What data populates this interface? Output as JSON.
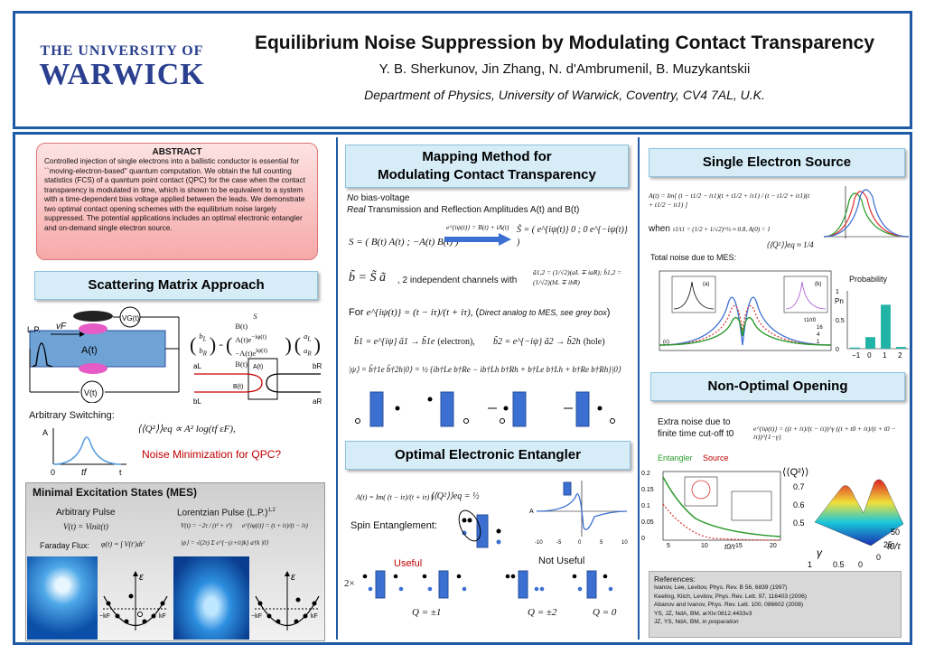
{
  "header": {
    "university_line1": "THE UNIVERSITY OF",
    "university_line2": "WARWICK",
    "title": "Equilibrium Noise Suppression by Modulating Contact Transparency",
    "authors": "Y. B. Sherkunov,  Jin Zhang,   N. d'Ambrumenil,  B. Muzykantskii",
    "affiliation": "Department of Physics, University of Warwick, Coventry, CV4 7AL, U.K."
  },
  "abstract": {
    "heading": "ABSTRACT",
    "text": "Controlled injection of single electrons into a ballistic conductor is essential for ``moving-electron-based'' quantum computation. We obtain the full counting statistics (FCS) of a quantum point contact (QPC) for the case when the contact transparency is modulated in time, which is shown to be equivalent to a system with a time-dependent bias voltage applied between the leads. We demonstrate two optimal contact opening schemes with the equilibrium noise largely suppressed. The potential applications  includes an optimal electronic entangler and on-demand single electron source."
  },
  "scattering": {
    "heading": "Scattering Matrix Approach",
    "lp_label": "L.P.",
    "vf_label": "vF",
    "at_label": "A(t)",
    "vg_label": "VG(t)",
    "v_label": "V(t)",
    "s_label": "S",
    "arbitrary_switching": "Arbitrary Switching:",
    "axis_a": "A",
    "axis_zero": "0",
    "axis_tf": "tf",
    "axis_t": "t",
    "formula": "⟨⟨Q²⟩⟩eq ∝ A² log(tf εF),",
    "question": "Noise Minimization for QPC?",
    "circuit_labels": {
      "al": "aL",
      "bl": "bL",
      "br": "bR",
      "ar": "aR",
      "a_t": "A(t)",
      "b_t": "B(t)"
    }
  },
  "mes": {
    "heading": "Minimal Excitation States (MES)",
    "arbitrary_pulse": "Arbitrary Pulse",
    "arbitrary_formula": "V(t) = Vinit(t)",
    "faraday_label": "Faraday Flux:",
    "faraday_formula": "φ(t) = ∫ V(t′)dt′",
    "lorentzian_pulse": "Lorentzian Pulse (L.P.)",
    "lorentzian_sup": "1,2",
    "lorentz_formula1": "V(t) = −2τ / (t² + τ²)",
    "lorentz_formula2": "e^{iφ(t)} = (t + iτ)/(t − iτ)",
    "lorentz_formula3": "|ψ⟩ = √(2τ) Σ e^{−(ε+iτ)k} a†k |0⟩",
    "energy_label": "ε",
    "kf_left": "−kF",
    "kf_right": "kF"
  },
  "mapping": {
    "heading_line1": "Mapping Method for",
    "heading_line2": "Modulating Contact Transparency",
    "no_bias_prefix": "No",
    "no_bias_text": " bias-voltage",
    "real_prefix": "Real",
    "real_text": " Transmission and Reflection Amplitudes  A(t) and B(t)",
    "s_matrix": "S = ( B(t)  A(t) ; −A(t)  B(t) )",
    "arrow_label": "e^{iψ(t)} = B(t) + iA(t)",
    "s_tilde": "S̃ = ( e^{iψ(t)}  0 ; 0  e^{−iψ(t)} )",
    "b_eq": "b̃ = S̃ ã",
    "channels_text": ", 2 independent channels with",
    "channel_def": "ã1,2 = (1/√2)(aL ∓ iaR);  b̃1,2 = (1/√2)(bL ∓ ibR)",
    "for_text": "For",
    "for_formula": "e^{iψ(t)} = (t − iτ)/(t + iτ),",
    "direct_analog": "Direct analog to MES, see grey box",
    "electron_eq": "b̃1 = e^{iψ} ã1 → b̃1e",
    "electron_label": "(electron),",
    "hole_eq": "b̃2 = e^{−iψ} ã2 → b̃2h",
    "hole_label": "(hole)",
    "psi_eq": "|ψ⟩ = b̃†1e b̃†2h|0⟩ = ½ {ib†Le b†Re − ib†Lh b†Rh + b†Le b†Lh + b†Re b†Rh}|0⟩"
  },
  "entangler": {
    "heading": "Optimal Electronic Entangler",
    "a_formula": "A(t) = Im( (t − iτ)/(t + iτ) )",
    "q_formula": "⟨⟨Q²⟩⟩eq = ½",
    "spin_label": "Spin Entanglement:",
    "useful": "Useful",
    "not_useful": "Not Useful",
    "two_times": "2×",
    "q_pm1": "Q = ±1",
    "q_pm2": "Q = ±2",
    "q_0": "Q = 0",
    "plot_label_a": "A",
    "plot_ticks": [
      "-10",
      "-5",
      "0",
      "5",
      "10"
    ]
  },
  "single_source": {
    "heading": "Single Electron Source",
    "a_formula": "A(t) = Im[ (t − t1/2 − iτ1)(t + t1/2 + iτ1) / (t − t1/2 + iτ1)(t + t1/2 − iτ1) ]",
    "when_label": "when",
    "when_cond": "τ1/t1 = (1/2 + 1/√2)^½ ≈ 0.8,  A(0) = 1",
    "q_result": "⟨⟨Q²⟩⟩eq ≈ 1/4",
    "total_noise": "Total noise due to MES:",
    "probability": "Probability",
    "prob_axis": "Pn",
    "prob_categories": [
      "−1",
      "0",
      "1",
      "2"
    ],
    "prob_values": [
      0.02,
      0.2,
      0.76,
      0.03
    ],
    "prob_yticks": [
      "0",
      "0.5",
      "1"
    ],
    "noise_legend": [
      "τ1/τ0",
      "16",
      "4",
      "1"
    ],
    "inset_labels": [
      "(a)",
      "(b)",
      "(c)"
    ]
  },
  "non_optimal": {
    "heading": "Non-Optimal Opening",
    "text_line1": "Extra noise due to",
    "text_line2": "finite time cut-off t0",
    "formula": "e^{iψ(t)} = ((t + iτ)/(t − iτ))^γ ((t + t0 + iτ)/(t + t0 − iτ))^{1−γ}",
    "entangler_label": "Entangler",
    "source_label": "Source",
    "left_yticks": [
      "0.2",
      "0.15",
      "0.1",
      "0.05",
      "0"
    ],
    "left_xticks": [
      "5",
      "10",
      "15",
      "20"
    ],
    "left_xlabel": "t0/τ",
    "surf_zlabel": "⟨⟨Q²⟩⟩",
    "surf_zticks": [
      "0.7",
      "0.6",
      "0.5"
    ],
    "surf_gamma": "γ",
    "surf_gamma_ticks": [
      "1",
      "0.5",
      "0"
    ],
    "surf_t_ticks": [
      "50",
      "25",
      "0"
    ],
    "surf_t_label": "t0/τ"
  },
  "references": {
    "heading": "References:",
    "items": [
      "Ivanov, Lee, Levitov, Phys. Rev. B 56, 6839 (1997)",
      "Keeling, Klich, Levitov, Phys. Rev. Lett. 97, 116403 (2006)",
      "Abanov and Ivanov, Phys. Rev. Lett. 100, 086602 (2008)",
      "YS, JZ, NdA, BM, arXiv:0812.4433v3",
      "JZ, YS, NdA, BM, "
    ],
    "last_italic": "in preparation"
  },
  "colors": {
    "frame": "#1f5aa6",
    "header_box": "#d6ecf7",
    "abstract_bg": "#f7a9a9",
    "accent_red": "#c00000",
    "green": "#2a9a2a",
    "teal": "#21b3a6"
  }
}
